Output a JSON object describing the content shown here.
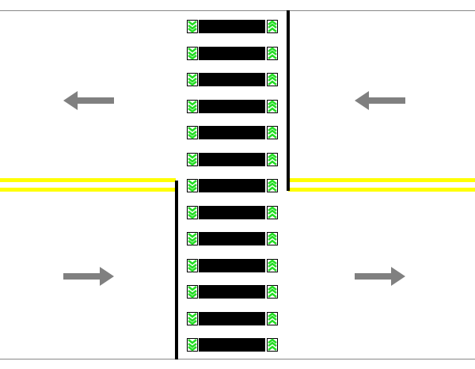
{
  "scene": {
    "crosswalk_stripes": 13,
    "colors": {
      "lane_line": "#ffff00",
      "arrow": "#808080",
      "signal": "#22dd22",
      "stripe": "#000000"
    },
    "arrows": [
      {
        "name": "arrow-left-top",
        "direction": "left"
      },
      {
        "name": "arrow-left-top-right",
        "direction": "left"
      },
      {
        "name": "arrow-right-bottom-left",
        "direction": "right"
      },
      {
        "name": "arrow-right-bottom-right",
        "direction": "right"
      }
    ]
  }
}
